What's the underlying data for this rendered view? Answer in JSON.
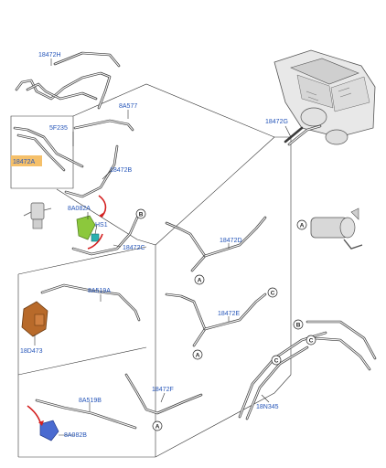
{
  "labels": {
    "l18472H": "18472H",
    "l8A577": "8A577",
    "l5F235": "5F235",
    "l18472A": "18472A",
    "l18472B": "18472B",
    "l18472G": "18472G",
    "l8A082A": "8A082A",
    "lHS1": "HS1",
    "l18472C": "18472C",
    "l18472D": "18472D",
    "l8A519A": "8A519A",
    "l18472E": "18472E",
    "l18D473": "18D473",
    "l8A519B": "8A519B",
    "l18472F": "18472F",
    "l18N345": "18N345",
    "l8A082B": "8A082B"
  },
  "callouts": {
    "a": "A",
    "b": "B",
    "c": "C"
  },
  "colors": {
    "label_blue": "#2454b8",
    "highlight_orange": "#f5c06a",
    "arrow_red": "#d42020",
    "valve_green": "#8cc83c",
    "sensor_teal": "#2ab0b0",
    "pump_brown": "#b86a2a",
    "valve_blue": "#4a6ad0"
  }
}
